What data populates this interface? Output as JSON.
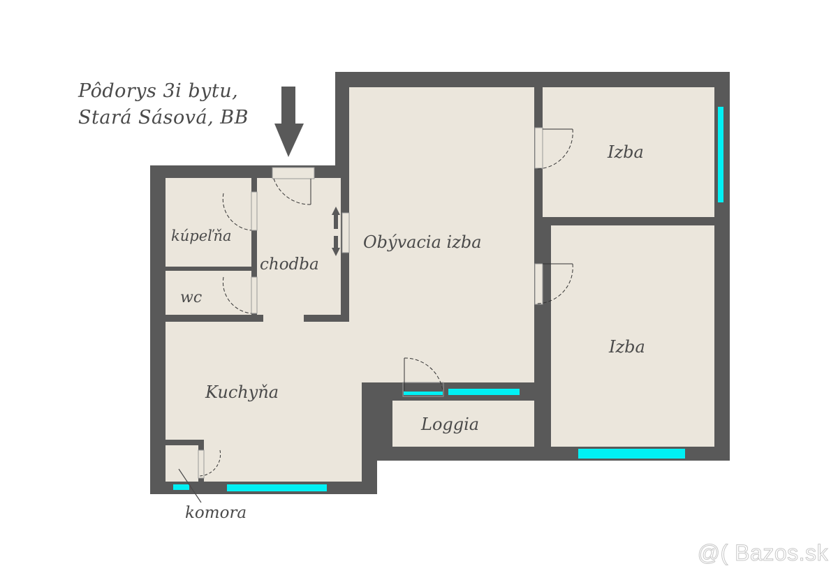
{
  "title": {
    "line1": "Pôdorys 3i bytu,",
    "line2": "Stará Sásová, BB"
  },
  "entrance_arrow": "arrow-down",
  "rooms": {
    "kupelna": "kúpeľňa",
    "chodba": "chodba",
    "wc": "wc",
    "kuchyna": "Kuchyňa",
    "komora": "komora",
    "obyvacia": "Obývacia izba",
    "izba1": "Izba",
    "izba2": "Izba",
    "loggia": "Loggia"
  },
  "watermark": "@( Bazos.sk",
  "colors": {
    "wall": "#595959",
    "floor": "#ebe6dc",
    "window": "#00f0f4",
    "text": "#4a4a4a",
    "background": "#ffffff"
  }
}
